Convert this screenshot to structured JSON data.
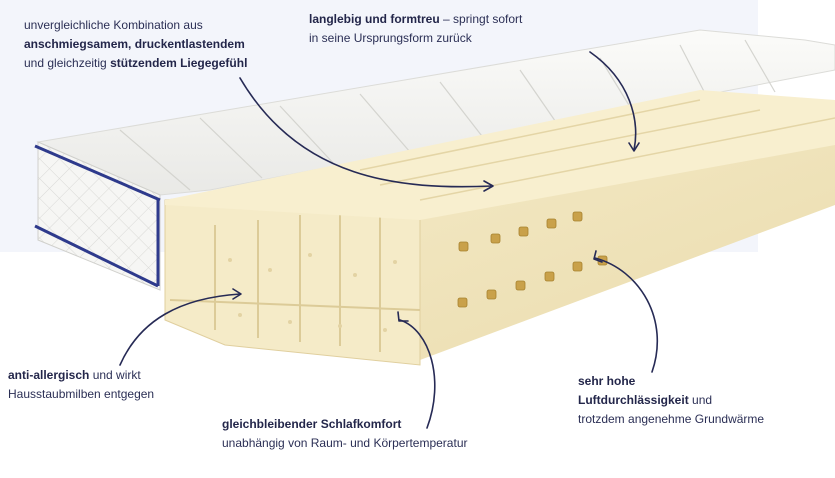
{
  "colors": {
    "background_panel": "#f3f5fb",
    "text": "#2b2f55",
    "arrow": "#262a55",
    "foam": "#f3e8c4",
    "foam_shade": "#e2d2a1",
    "cover": "#f4f4f2",
    "piping": "#2e3a8c"
  },
  "callouts": {
    "top_left": {
      "line1": "unvergleichliche Kombination aus",
      "line2_bold": "anschmiegsamem, druckentlastendem",
      "line3_pre": "und gleichzeitig ",
      "line3_bold": "stützendem Liegegefühl"
    },
    "top_center": {
      "line1_bold": "langlebig und formtreu",
      "line1_rest": " – springt sofort",
      "line2": "in seine Ursprungsform zurück"
    },
    "left_bottom": {
      "line1_bold": "anti-allergisch",
      "line1_rest": " und wirkt",
      "line2": "Hausstaubmilben entgegen"
    },
    "bottom_center": {
      "line1_bold": "gleichbleibender Schlafkomfort",
      "line2": "unabhängig von Raum- und Körpertemperatur"
    },
    "right": {
      "line1_bold": "sehr hohe",
      "line2_bold": "Luftdurchlässigkeit",
      "line2_rest": " und",
      "line3": "trotzdem angenehme Grundwärme"
    }
  }
}
